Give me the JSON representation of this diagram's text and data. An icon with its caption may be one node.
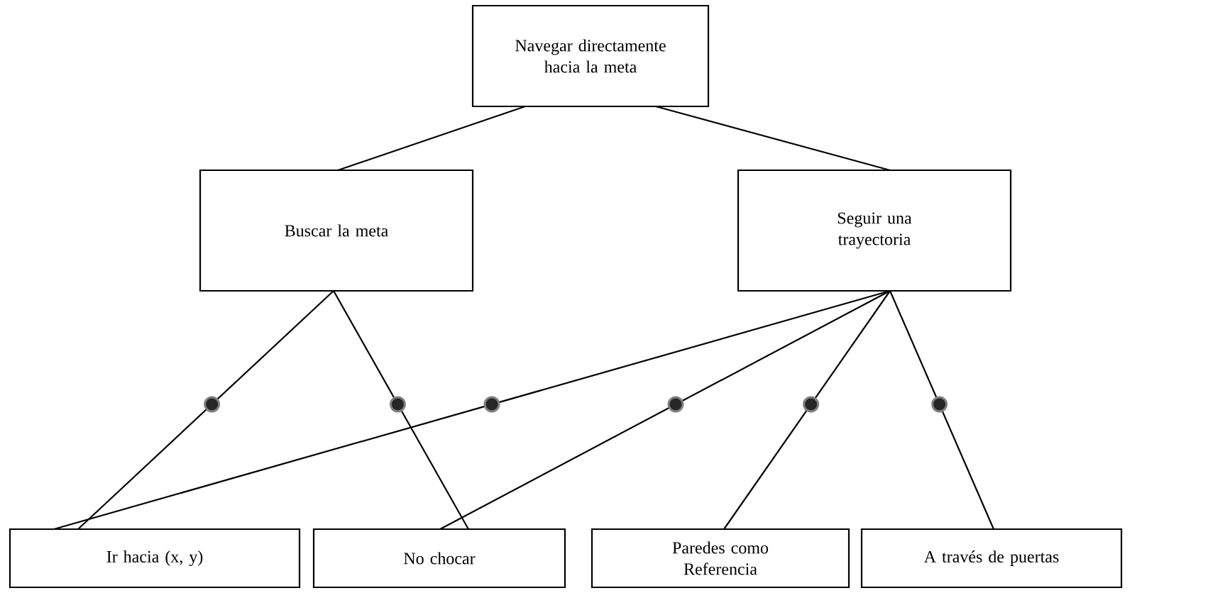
{
  "diagram": {
    "nodes": [
      {
        "text": [
          "Navegar directamente hacia la meta"
        ]
      },
      {
        "text": [
          "Buscar la meta"
        ]
      },
      {
        "text": [
          "Seguir una trayectoria"
        ]
      },
      {
        "text": [
          "Ir hacia (x, y)"
        ]
      },
      {
        "text": [
          "No chocar"
        ]
      },
      {
        "text": [
          "Paredes como Referencia"
        ]
      },
      {
        "text": [
          "A través de puertas"
        ]
      }
    ],
    "edges": [
      {
        "from": 0,
        "to": 1,
        "arrow": "none"
      },
      {
        "from": 0,
        "to": 2,
        "arrow": "none"
      },
      {
        "from": 1,
        "to": 3,
        "arrow": "none"
      },
      {
        "from": 1,
        "to": 4,
        "arrow": "none"
      },
      {
        "from": 2,
        "to": 3,
        "arrow": "none"
      },
      {
        "from": 2,
        "to": 4,
        "arrow": "none"
      },
      {
        "from": 2,
        "to": 5,
        "arrow": "none"
      },
      {
        "from": 2,
        "to": 6,
        "arrow": "none"
      }
    ]
  }
}
